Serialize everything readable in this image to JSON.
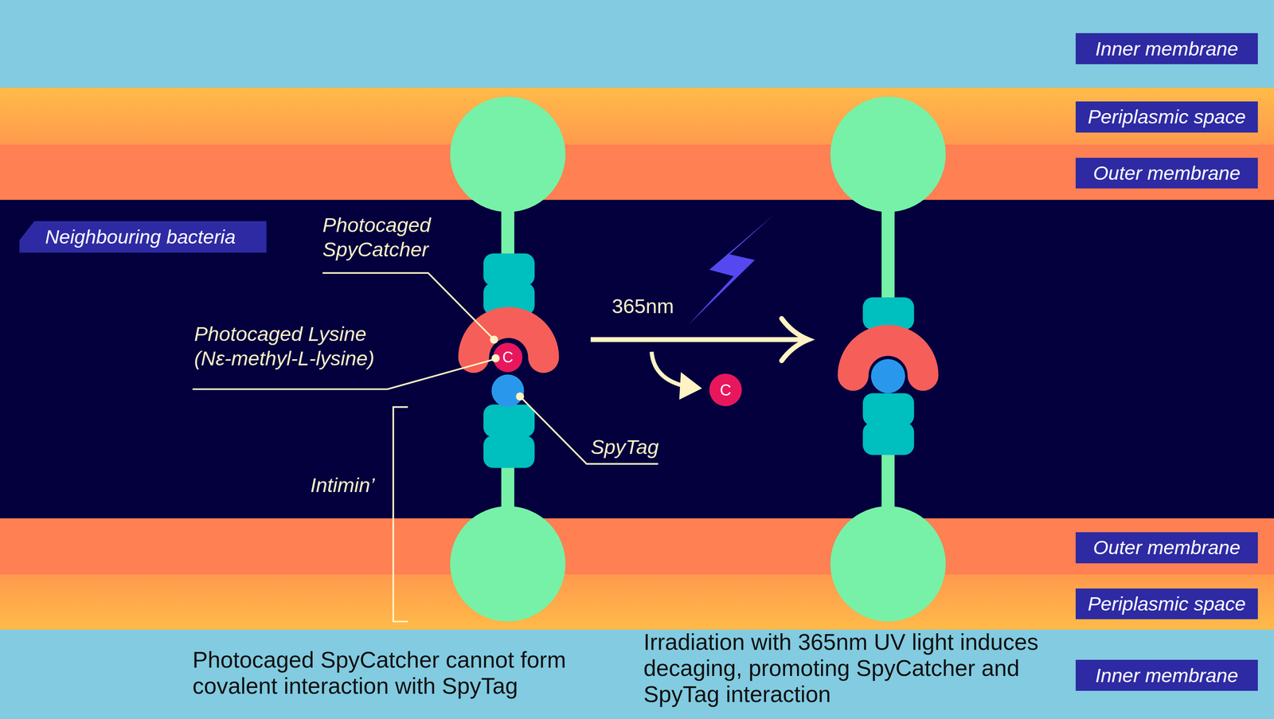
{
  "diagram": {
    "nodes": [
      {
        "text": [
          "Inner membrane"
        ]
      },
      {
        "text": [
          "Periplasmic space"
        ]
      },
      {
        "text": [
          "Outer membrane"
        ]
      },
      {
        "text": [
          "Neighbouring bacteria"
        ]
      },
      {
        "text": [
          "Outer membrane"
        ]
      },
      {
        "text": [
          "Periplasmic space"
        ]
      },
      {
        "text": [
          "Inner membrane"
        ]
      }
    ],
    "labels": [
      "Photocaged SpyCatcher",
      "Photocaged Lysine (Nε-methyl-L-lysine)",
      "C",
      "SpyTag",
      "Intimin’",
      "365nm",
      "C",
      "Photocaged SpyCatcher cannot form covalent interaction with SpyTag",
      "Irradiation with 365nm UV light induces decaging, promoting SpyCatcher and SpyTag interaction"
    ]
  }
}
